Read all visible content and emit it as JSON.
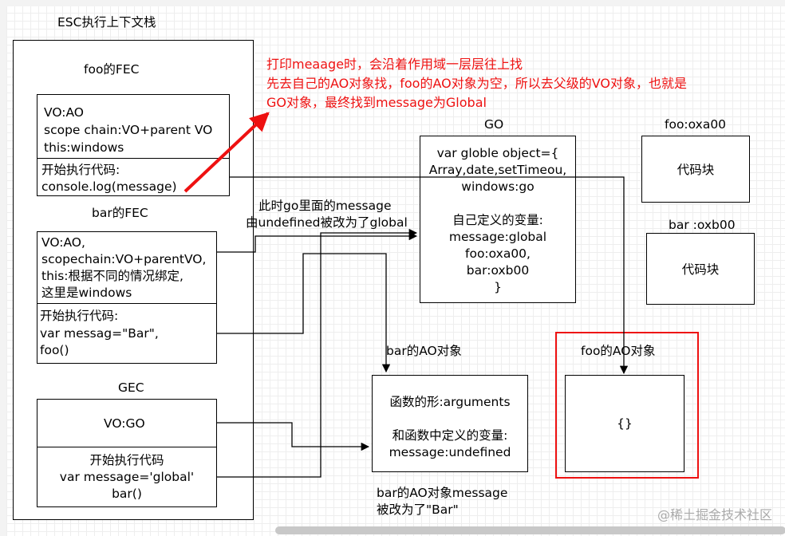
{
  "ecs_title": "ESC执行上下文栈",
  "foo_fec": {
    "title": "foo的FEC",
    "vo_lines": [
      "VO:AO",
      "scope chain:VO+parent VO",
      "this:windows"
    ],
    "exec_lines": [
      "开始执行代码:",
      "console.log(message)"
    ]
  },
  "bar_fec": {
    "title": "bar的FEC",
    "vo_lines": [
      "VO:AO,",
      "scopechain:VO+parentVO,",
      "this:根据不同的情况绑定,",
      "这里是windows"
    ],
    "exec_lines": [
      "开始执行代码:",
      "var messag=\"Bar\",",
      "foo()"
    ]
  },
  "gec": {
    "title": "GEC",
    "vo": "VO:GO",
    "exec_lines": [
      "开始执行代码",
      "var message='global'",
      "bar()"
    ]
  },
  "annotation_red": [
    "打印meaage时，会沿着作用域一层层往上找",
    "先去自己的AO对象找，foo的AO对象为空，所以去父级的VO对象，也就是",
    "GO对象，最终找到message为Global"
  ],
  "go": {
    "title": "GO",
    "lines": [
      "var globle object={",
      "Array,date,setTimeou,",
      "windows:go",
      "",
      "自己定义的变量:",
      "message:global",
      "foo:oxa00,",
      "bar:oxb00",
      "}"
    ]
  },
  "foo_addr": {
    "label": "foo:oxa00",
    "body": "代码块"
  },
  "bar_addr": {
    "label": "bar :oxb00",
    "body": "代码块"
  },
  "go_note": [
    "此时go里面的message",
    "由undefined被改为了global"
  ],
  "bar_ao": {
    "title": "bar的AO对象",
    "lines": [
      "函数的形:arguments",
      "",
      "和函数中定义的变量:",
      "message:undefined"
    ],
    "note": [
      "bar的AO对象message",
      "被改为了\"Bar\""
    ]
  },
  "foo_ao": {
    "title": "foo的AO对象",
    "body": "{}"
  },
  "watermark": "@稀土掘金技术社区",
  "colors": {
    "highlight": "#e11111",
    "line": "#000000"
  }
}
